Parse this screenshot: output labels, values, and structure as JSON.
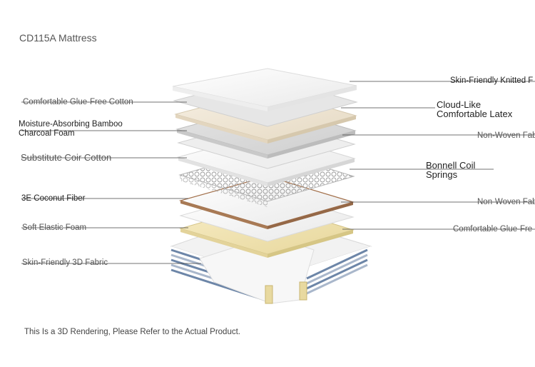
{
  "title": "CD115A Mattress",
  "layers_left": [
    {
      "label": "Comfortable Glue-Free Cotton"
    },
    {
      "label_line1": "Moisture-Absorbing Bamboo",
      "label_line2": "Charcoal Foam"
    },
    {
      "label": "Substitute Coir Cotton"
    },
    {
      "label": "3E Coconut Fiber"
    },
    {
      "label": "Soft Elastic Foam"
    },
    {
      "label": "Skin-Friendly 3D Fabric"
    }
  ],
  "layers_right": [
    {
      "label": "Skin-Friendly Knitted F"
    },
    {
      "label_line1": "Cloud-Like",
      "label_line2": "Comfortable Latex"
    },
    {
      "label": "Non-Woven Fab"
    },
    {
      "label_line1": "Bonnell Coil",
      "label_line2": "Springs"
    },
    {
      "label": "Non-Woven Fab"
    },
    {
      "label": "Comfortable Glue-Fre"
    }
  ],
  "footer": "This Is a 3D Rendering, Please Refer to the Actual Product."
}
